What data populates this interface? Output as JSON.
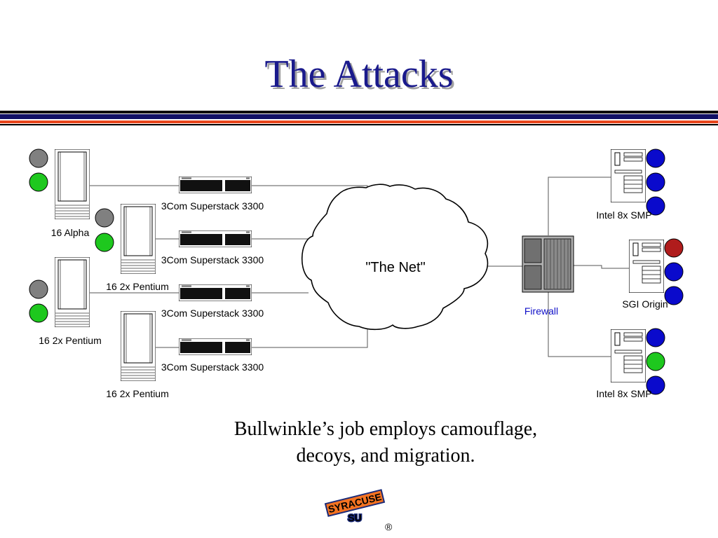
{
  "title": "The Attacks",
  "colors": {
    "title": "#1a1a8c",
    "rule_dark": "#101066",
    "rule_accent": "#e8461c",
    "light_gray": "#808080",
    "light_green": "#1ec81e",
    "light_blue": "#0a0acc",
    "light_red": "#b01c1c",
    "firewall_label": "#1010c8"
  },
  "diagram": {
    "cloud_label": "\"The Net\"",
    "switch_label": "3Com Superstack 3300",
    "firewall_label": "Firewall",
    "clusters": {
      "alpha": "16 Alpha",
      "pentium_a": "16 2x Pentium",
      "pentium_b": "16 2x Pentium",
      "pentium_c": "16 2x Pentium"
    },
    "servers": {
      "intel_top": "Intel 8x SMP",
      "sgi": "SGI Origin",
      "intel_bottom": "Intel 8x SMP"
    }
  },
  "caption": {
    "line1": "Bullwinkle’s job employs camouflage,",
    "line2": "decoys, and migration."
  },
  "logo": {
    "letters": "SU",
    "banner": "SYRACUSE",
    "mark": "®",
    "colors": {
      "fill": "#f47321",
      "outline": "#1a2a78"
    }
  }
}
